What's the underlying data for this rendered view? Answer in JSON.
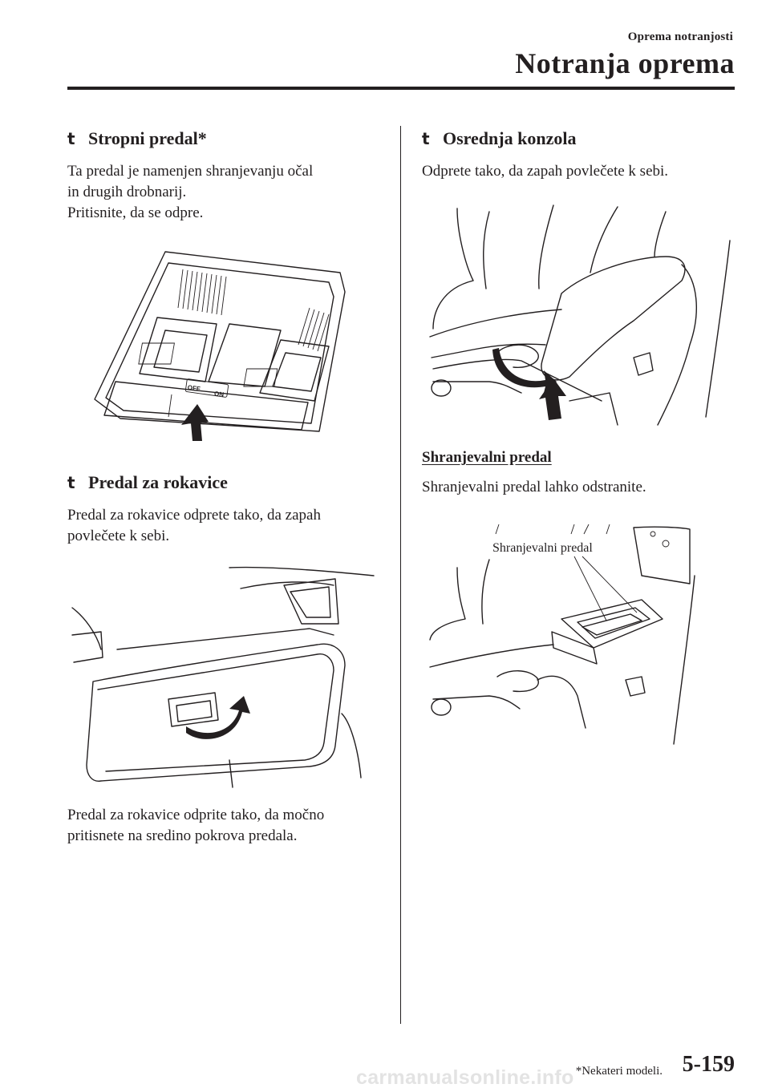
{
  "header": {
    "section_small": "Oprema notranjosti",
    "section_big": "Notranja oprema"
  },
  "left": {
    "s1": {
      "bullet": "t",
      "title": "Stropni predal*",
      "lines": [
        "Ta predal je namenjen shranjevanju očal",
        "in drugih drobnarij.",
        "Pritisnite, da se odpre."
      ],
      "switch_off": "OFF",
      "switch_on": "ON"
    },
    "s2": {
      "bullet": "t",
      "title": "Predal za rokavice",
      "lines": [
        "Predal za rokavice odprete tako, da zapah",
        "povlečete k sebi."
      ],
      "lines_after": [
        "Predal za rokavice odprite tako, da močno",
        "pritisnete na sredino pokrova predala."
      ]
    }
  },
  "right": {
    "s3": {
      "bullet": "t",
      "title": "Osrednja konzola",
      "lines": [
        "Odprete tako, da zapah povlečete k sebi."
      ],
      "sub_title": "Shranjevalni predal",
      "sub_lines": [
        "Shranjevalni predal lahko odstranite."
      ],
      "callout": "Shranjevalni predal"
    }
  },
  "footer": {
    "note": "*Nekateri modeli.",
    "page": "5-159",
    "watermark": "carmanualsonline.info"
  },
  "icons": [
    "up-arrow-icon",
    "curved-arrow-icon"
  ]
}
